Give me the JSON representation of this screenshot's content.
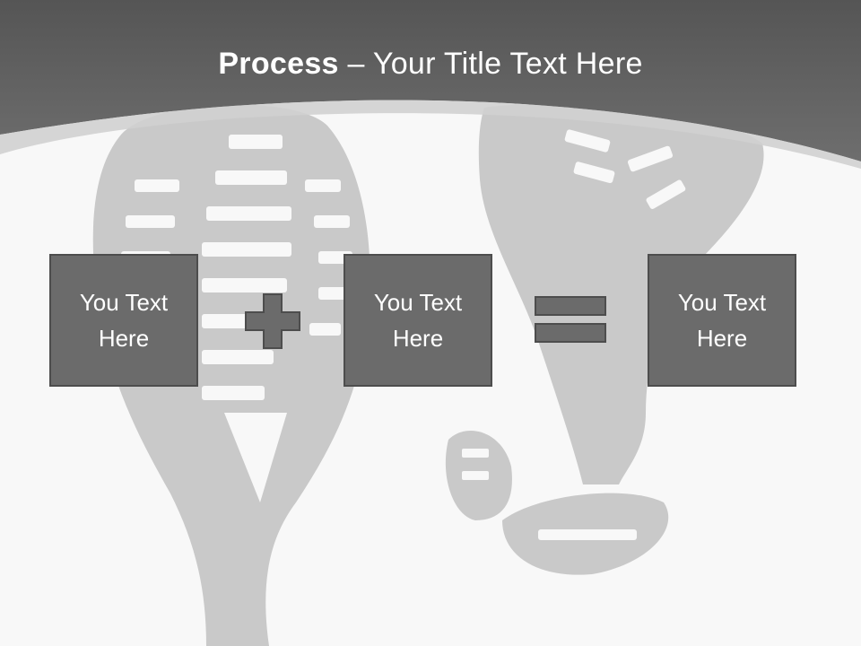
{
  "slide": {
    "title_bold": "Process",
    "title_dash": " – ",
    "title_rest": "Your Title Text Here",
    "boxes": [
      {
        "text": "You Text Here"
      },
      {
        "text": "You Text Here"
      },
      {
        "text": "You Text Here"
      }
    ],
    "operators": [
      "plus-icon",
      "equals-icon"
    ],
    "colors": {
      "header": "#5e5e5e",
      "box_fill": "#6b6b6b",
      "box_border": "#4d4d4d",
      "footprint": "#c9c9c9",
      "background": "#f8f8f8"
    }
  }
}
